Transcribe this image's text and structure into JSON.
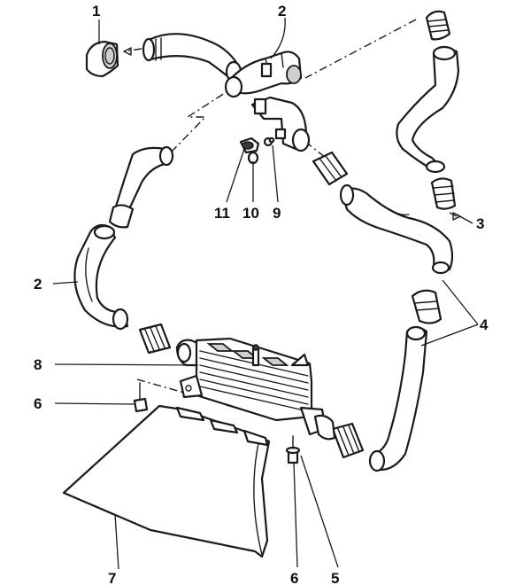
{
  "callouts": {
    "c1": "1",
    "c2_top": "2",
    "c2_left": "2",
    "c3": "3",
    "c4": "4",
    "c5": "5",
    "c6_left": "6",
    "c6_bottom": "6",
    "c7": "7",
    "c8": "8",
    "c9": "9",
    "c10": "10",
    "c11": "11"
  },
  "colors": {
    "line": "#1a1a1a",
    "shade": "#cfcfcf",
    "background": "#ffffff"
  }
}
